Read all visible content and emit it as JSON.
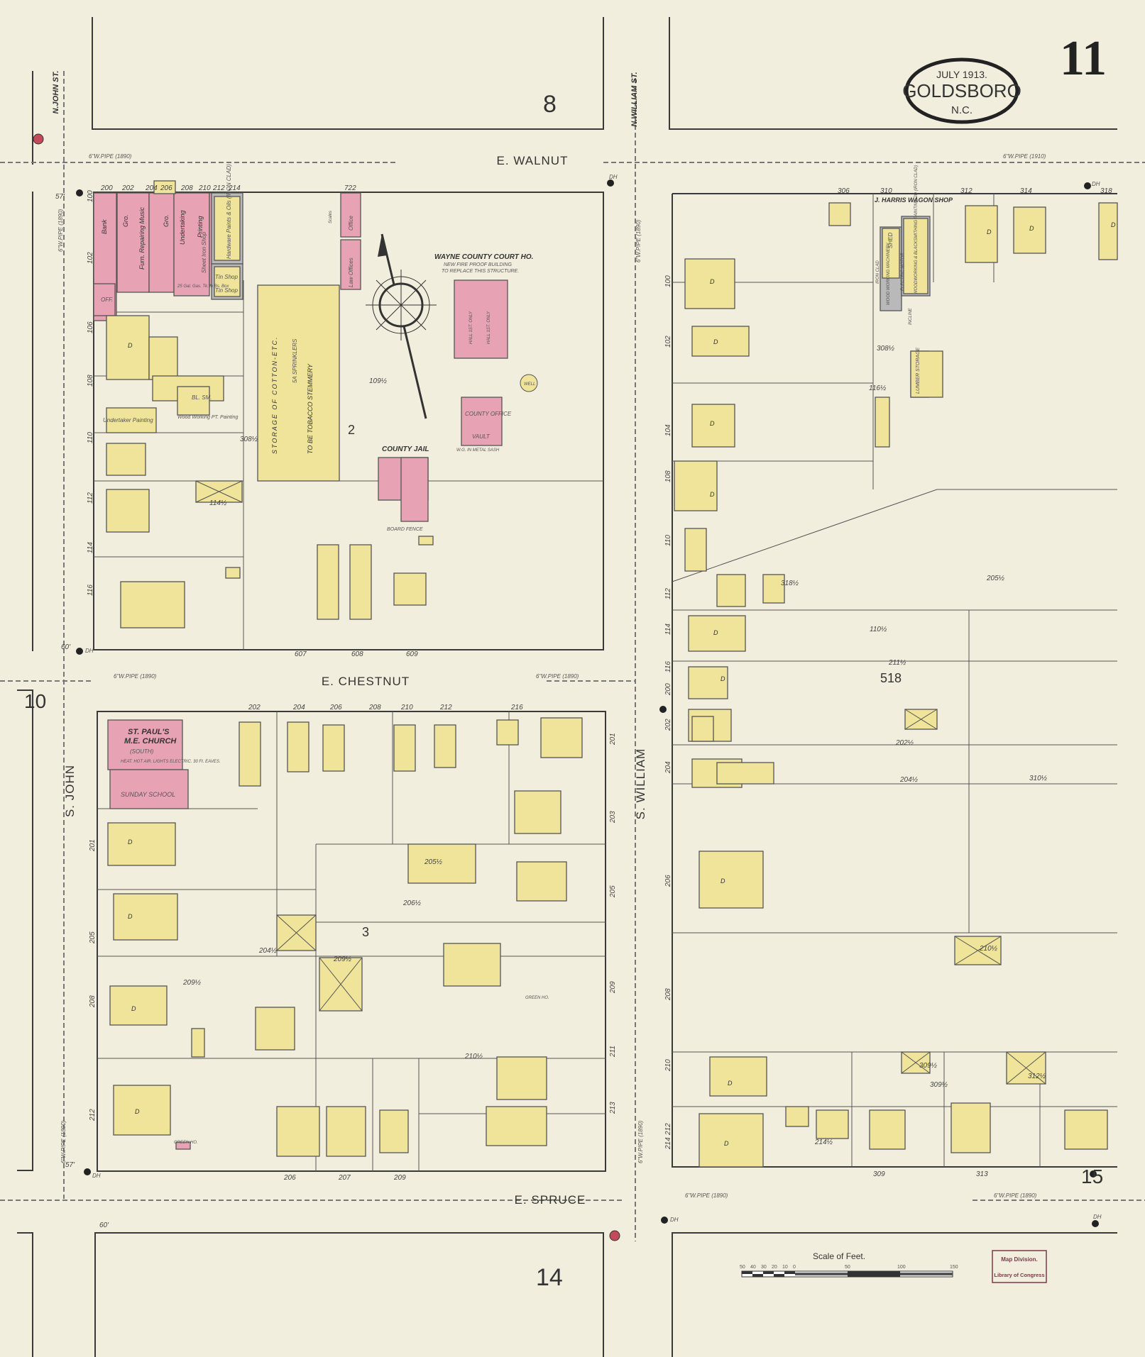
{
  "title_cartouche": {
    "date": "JULY 1913.",
    "city": "GOLDSBORO",
    "state": "N.C."
  },
  "sheet_number": "11",
  "streets": {
    "e_walnut": "E. WALNUT",
    "e_chestnut": "E. CHESTNUT",
    "e_spruce": "E. SPRUCE",
    "s_john": "S. JOHN",
    "s_william": "S. WILLIAM",
    "n_john": "N.JOHN ST.",
    "n_william": "N.WILLIAM ST."
  },
  "blocks": {
    "b8": "8",
    "b2": "2",
    "b3": "3",
    "b518": "518",
    "b14": "14",
    "b10": "10",
    "b15": "15"
  },
  "pipes": {
    "p1890": "6\"W.PIPE (1890)",
    "p1910": "6\"W.PIPE (1910)"
  },
  "hydrant": "DH",
  "widths": {
    "w60": "60'",
    "w57": "57'"
  },
  "buildings": {
    "bank": "Bank",
    "gro1": "Gro.",
    "furn": "Furn. Repairing Music",
    "gro2": "Gro.",
    "undertaking": "Undertaking",
    "printing": "Printing",
    "sheet_iron": "Sheet Iron Shop",
    "hardware": "Hardware Paints & Oils (IRON CLAD)",
    "tin1": "Tin Shop",
    "tin2": "Tin Shop",
    "off": "OFF.",
    "gas": "25 Gal. Gas. Tk. in Bs. Box",
    "office": "Office",
    "law_offices": "Law Offices",
    "scales": "Scales",
    "storage": "STORAGE OF COTTON-ETC.",
    "sprinklers": "5A SPRINKLERS",
    "stemmery": "TO BE TOBACCO STEMMERY",
    "court_title": "WAYNE COUNTY COURT HO.",
    "court_note1": "NEW FIRE PROOF BUILDING",
    "court_note2": "TO REPLACE THIS STRUCTURE.",
    "hall1": "HALL 1ST. ONLY",
    "hall2": "HALL 1ST. ONLY",
    "county_office": "COUNTY OFFICE",
    "vault": "VAULT",
    "wg_sash": "W.G. IN METAL SASH",
    "county_jail": "COUNTY JAIL",
    "board_fence": "BOARD FENCE",
    "well": "WELL",
    "undertaker_painting": "Undertaker Painting",
    "wood_working": "Wood Working PT. Painting",
    "bl_sm": "BL. SM.",
    "church_name": "ST. PAUL'S",
    "church_name2": "M.E. CHURCH",
    "church_south": "(SOUTH)",
    "church_note": "HEAT. HOT AIR. LIGHTS ELECTRIC. 30 Ft. EAVES.",
    "sunday_school": "SUNDAY SCHOOL",
    "green_ho1": "GREEN HO.",
    "green_ho2": "GREEN HO.",
    "wagon_shop": "J. HARRIS WAGON SHOP",
    "shed": "SHED",
    "wood_mach": "WOOD WORKING MACHINERY",
    "iron_clad": "IRON CLAD",
    "woodworking_bs": "WOODWORKING & BLACKSMITHING PAINTING 2D (IRON CLAD)",
    "electric_motor": "ELECTRIC MOTOR",
    "incline": "INCLINE",
    "lumber_storage": "LUMBER STORAGE",
    "dwelling": "D"
  },
  "addresses": {
    "walnut_s": [
      "200",
      "202",
      "204",
      "206",
      "208",
      "210",
      "212",
      "214",
      "722"
    ],
    "walnut_se": [
      "306",
      "310",
      "312",
      "314",
      "318"
    ],
    "john_e": [
      "100",
      "102",
      "106",
      "108",
      "110",
      "112",
      "114",
      "116"
    ],
    "chestnut_n": [
      "607",
      "608",
      "609"
    ],
    "chestnut_s": [
      "202",
      "204",
      "206",
      "208",
      "210",
      "212",
      "216"
    ],
    "spruce_n": [
      "206",
      "207",
      "209"
    ],
    "john_e2": [
      "201",
      "205",
      "208",
      "212"
    ],
    "william_w": [
      "201",
      "203",
      "205",
      "209",
      "211",
      "213"
    ],
    "william_e": [
      "100",
      "102",
      "104",
      "108",
      "110",
      "112",
      "114",
      "116",
      "200",
      "202",
      "204",
      "206",
      "208",
      "210",
      "212",
      "214"
    ],
    "spruce_ne": [
      "309",
      "313"
    ],
    "misc": [
      "109½",
      "308½",
      "114½",
      "205½",
      "206½",
      "209½",
      "204½",
      "209½",
      "210½",
      "318½",
      "205½",
      "211½",
      "116½",
      "110½",
      "202½",
      "204½",
      "210½",
      "309½",
      "309½",
      "312½",
      "214½",
      "308½",
      "310½"
    ]
  },
  "scale": {
    "title": "Scale of Feet.",
    "ticks": [
      "50",
      "40",
      "30",
      "20",
      "10",
      "0",
      "50",
      "100",
      "150"
    ]
  },
  "stamp": {
    "line1": "Map Division.",
    "line2": "Library of Congress"
  },
  "colors": {
    "paper": "#f2eedd",
    "brick": "#e7a3b4",
    "frame": "#efe49a",
    "iron_clad": "#b9b9b9",
    "ink": "#333333"
  }
}
